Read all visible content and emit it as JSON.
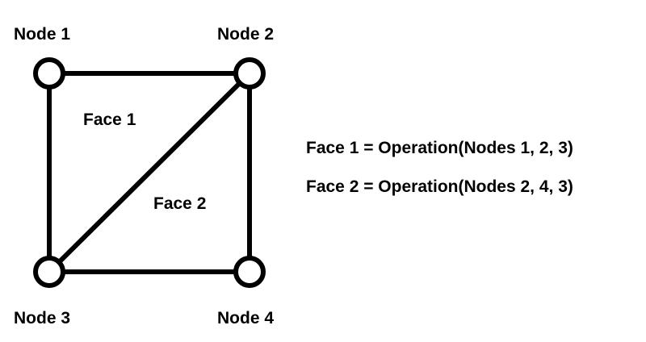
{
  "nodes": {
    "node1": "Node 1",
    "node2": "Node 2",
    "node3": "Node 3",
    "node4": "Node 4"
  },
  "faces": {
    "face1": "Face 1",
    "face2": "Face 2"
  },
  "formulas": [
    "Face 1 = Operation(Nodes 1, 2, 3)",
    "Face 2 = Operation(Nodes 2, 4, 3)"
  ],
  "colors": {
    "stroke": "#000000",
    "node_fill": "#ffffff",
    "background": "#ffffff"
  }
}
